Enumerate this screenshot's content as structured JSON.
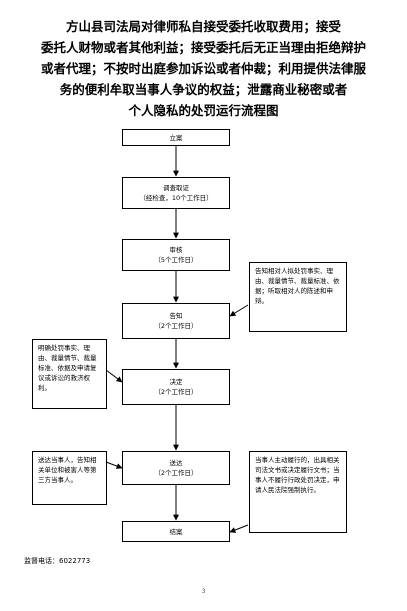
{
  "title": {
    "lines": [
      "方山县司法局对律师私自接受委托收取费用；接受",
      "委托人财物或者其他利益；接受委托后无正当理由拒绝辩护",
      "或者代理；不按时出庭参加诉讼或者仲裁；利用提供法律服",
      "务的便利牟取当事人争议的权益；泄露商业秘密或者",
      "个人隐私的处罚运行流程图"
    ]
  },
  "flow": {
    "start": "立案",
    "investigate": {
      "label": "调查取证",
      "time": "（经检查，10个工作日）"
    },
    "review": {
      "label": "审核",
      "time": "（5个工作日）"
    },
    "notify": {
      "label": "告知",
      "time": "（2个工作日）"
    },
    "decide": {
      "label": "决定",
      "time": "（2个工作日）"
    },
    "deliver": {
      "label": "送达",
      "time": "（2个工作日）"
    },
    "end": "结案"
  },
  "notes": {
    "notify_right": "告知相对人拟处罚事实、理由、裁量情节、裁量标准、依据；听取相对人的陈述和申辩。",
    "decide_left": "明确处罚事实、理由、裁量情节、裁量标准、依据及申请复议或诉讼的救济权利。",
    "deliver_left": "送达当事人，告知相关单位和被害人等第三方当事人。",
    "end_right": "当事人主动履行的，出具相关司法文书或决定履行文书；当事人不履行行政处罚决定，申请人民法院强制执行。"
  },
  "footer": {
    "phone": "监督电话：6022773",
    "page_number": "3"
  }
}
